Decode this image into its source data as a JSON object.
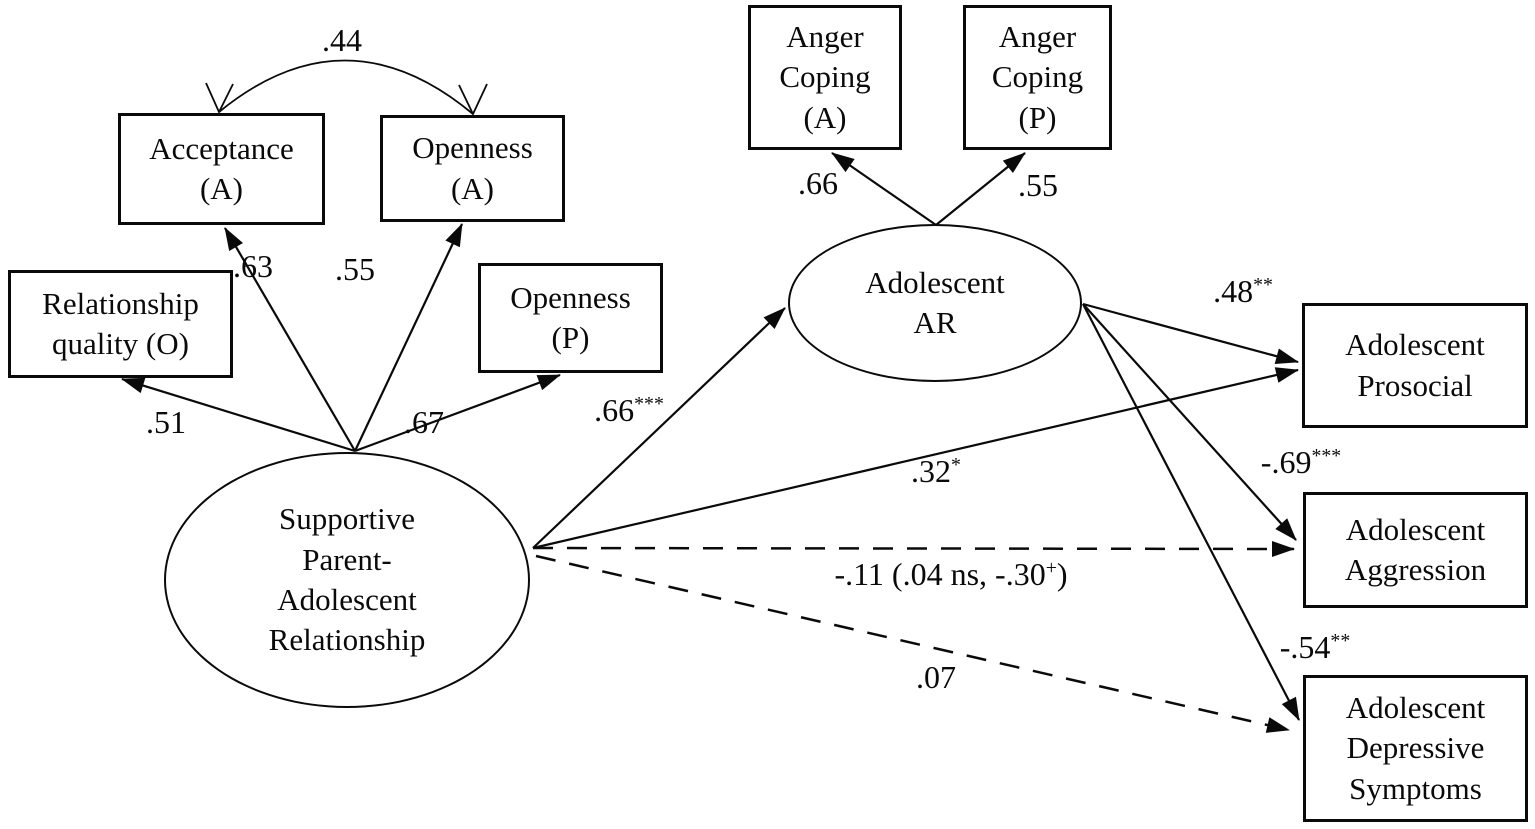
{
  "diagram": {
    "type": "structural-equation-model-path-diagram",
    "background_color": "#ffffff",
    "line_color": "#0a0a0a"
  },
  "nodes": {
    "relationship_quality": {
      "shape": "rectangle",
      "line1": "Relationship",
      "line2": "quality (O)"
    },
    "acceptance_a": {
      "shape": "rectangle",
      "line1": "Acceptance",
      "line2": "(A)"
    },
    "openness_a": {
      "shape": "rectangle",
      "line1": "Openness",
      "line2": "(A)"
    },
    "openness_p": {
      "shape": "rectangle",
      "line1": "Openness",
      "line2": "(P)"
    },
    "anger_coping_a": {
      "shape": "rectangle",
      "line1": "Anger",
      "line2": "Coping",
      "line3": "(A)"
    },
    "anger_coping_p": {
      "shape": "rectangle",
      "line1": "Anger",
      "line2": "Coping",
      "line3": "(P)"
    },
    "adolescent_prosocial": {
      "shape": "rectangle",
      "line1": "Adolescent",
      "line2": "Prosocial"
    },
    "adolescent_aggression": {
      "shape": "rectangle",
      "line1": "Adolescent",
      "line2": "Aggression"
    },
    "adolescent_depressive": {
      "shape": "rectangle",
      "line1": "Adolescent",
      "line2": "Depressive",
      "line3": "Symptoms"
    },
    "supportive": {
      "shape": "ellipse",
      "line1": "Supportive",
      "line2": "Parent-",
      "line3": "Adolescent",
      "line4": "Relationship"
    },
    "adolescent_ar": {
      "shape": "ellipse",
      "line1": "Adolescent",
      "line2": "AR"
    }
  },
  "paths": {
    "corr_acceptance_openness": {
      "from": "acceptance_a",
      "to": "openness_a",
      "style": "curved-bidirectional",
      "value": ".44"
    },
    "load_relationship_quality": {
      "from": "supportive",
      "to": "relationship_quality",
      "style": "solid",
      "value": ".51"
    },
    "load_acceptance": {
      "from": "supportive",
      "to": "acceptance_a",
      "style": "solid",
      "value": ".63"
    },
    "load_openness_a": {
      "from": "supportive",
      "to": "openness_a",
      "style": "solid",
      "value": ".55"
    },
    "load_openness_p": {
      "from": "supportive",
      "to": "openness_p",
      "style": "solid",
      "value": ".67"
    },
    "load_anger_coping_a": {
      "from": "adolescent_ar",
      "to": "anger_coping_a",
      "style": "solid",
      "value": ".66"
    },
    "load_anger_coping_p": {
      "from": "adolescent_ar",
      "to": "anger_coping_p",
      "style": "solid",
      "value": ".55"
    },
    "spr_to_ar": {
      "from": "supportive",
      "to": "adolescent_ar",
      "style": "solid",
      "value": ".66",
      "sup": "***"
    },
    "ar_to_prosocial": {
      "from": "adolescent_ar",
      "to": "adolescent_prosocial",
      "style": "solid",
      "value": ".48",
      "sup": "**"
    },
    "ar_to_aggression": {
      "from": "adolescent_ar",
      "to": "adolescent_aggression",
      "style": "solid",
      "value": "-.69",
      "sup": "***"
    },
    "ar_to_depressive": {
      "from": "adolescent_ar",
      "to": "adolescent_depressive",
      "style": "solid",
      "value": "-.54",
      "sup": "**"
    },
    "spr_to_prosocial": {
      "from": "supportive",
      "to": "adolescent_prosocial",
      "style": "solid",
      "value": ".32",
      "sup": "*"
    },
    "spr_to_aggression": {
      "from": "supportive",
      "to": "adolescent_aggression",
      "style": "dashed",
      "value": "-.11 (.04 ns, -.30",
      "sup": "+",
      "suffix": ")"
    },
    "spr_to_depressive": {
      "from": "supportive",
      "to": "adolescent_depressive",
      "style": "dashed",
      "value": ".07"
    }
  }
}
